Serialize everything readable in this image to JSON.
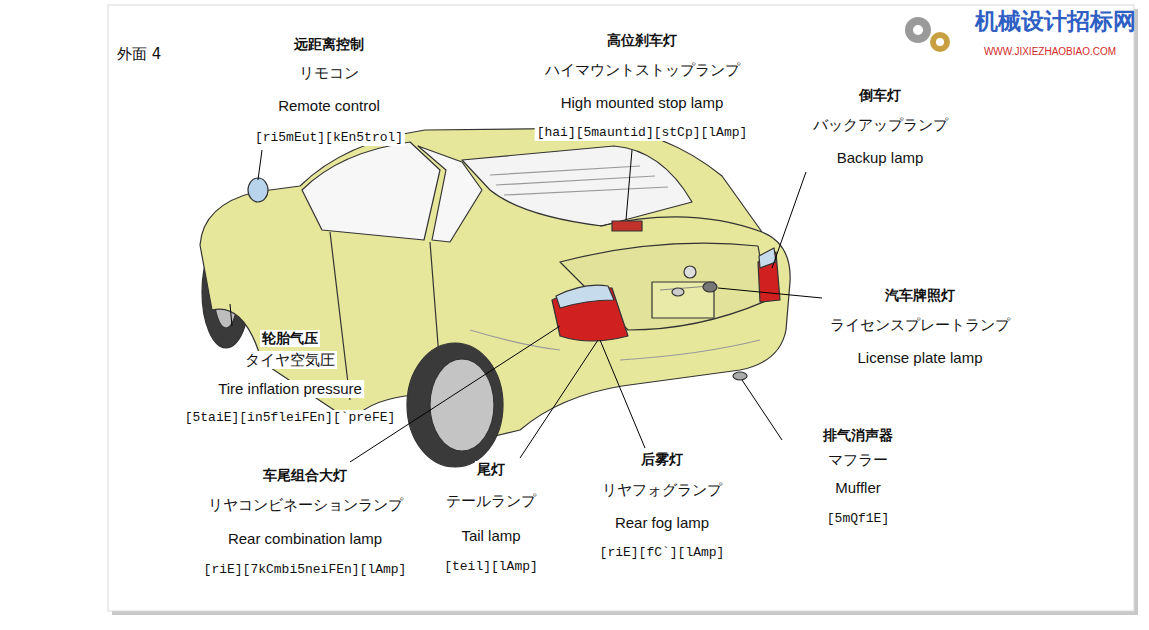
{
  "diagram": {
    "title": "外面 4",
    "labels": [
      "远距离控制",
      "リモコン",
      "Remote control",
      "[ri5mEut][kEn5trol]",
      "高位刹车灯",
      "ハイマウントストップランプ",
      "High mounted stop lamp",
      "[hai][5mauntid][stCp][lAmp]",
      "倒车灯",
      "バックアップランプ",
      "Backup lamp",
      "汽车牌照灯",
      "ライセンスプレートランプ",
      "License plate lamp",
      "轮胎气压",
      "タイヤ空気圧",
      "Tire inflation pressure",
      "[5taiE][in5fleiFEn][`preFE]",
      "车尾组合大灯",
      "リヤコンビネーションランプ",
      "Rear combination lamp",
      "[riE][7kCmbi5neiFEn][lAmp]",
      "尾灯",
      "テールランプ",
      "Tail lamp",
      "[teil][lAmp]",
      "后雾灯",
      "リヤフォグランプ",
      "Rear fog lamp",
      "[riE][fC`][lAmp]",
      "排气消声器",
      "マフラー",
      "Muffler",
      "[5mQf1E]",
      "机械设计招标网",
      "WWW.JIXIEZHAOBIAO.COM"
    ]
  }
}
